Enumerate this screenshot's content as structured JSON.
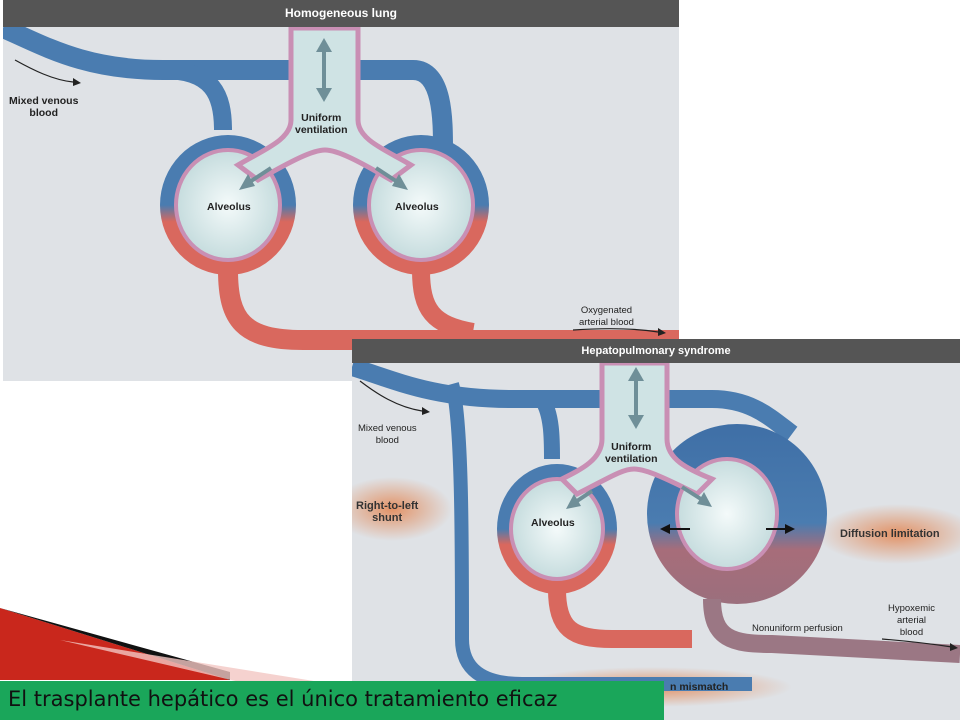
{
  "top_panel": {
    "title": "Homogeneous lung",
    "labels": {
      "mixed_venous_1": "Mixed venous",
      "mixed_venous_2": "blood",
      "uniform_1": "Uniform",
      "uniform_2": "ventilation",
      "alveolus_left": "Alveolus",
      "alveolus_right": "Alveolus",
      "oxygenated_1": "Oxygenated",
      "oxygenated_2": "arterial blood"
    }
  },
  "bottom_panel": {
    "title": "Hepatopulmonary syndrome",
    "labels": {
      "mixed_venous_1": "Mixed venous",
      "mixed_venous_2": "blood",
      "uniform_1": "Uniform",
      "uniform_2": "ventilation",
      "shunt_1": "Right-to-left",
      "shunt_2": "shunt",
      "alveolus": "Alveolus",
      "diffusion": "Diffusion limitation",
      "hypoxemic_1": "Hypoxemic",
      "hypoxemic_2": "arterial",
      "hypoxemic_3": "blood",
      "nonuniform": "Nonuniform perfusion",
      "mismatch": "n mismatch"
    }
  },
  "caption": "El trasplante hepático es el único tratamiento eficaz",
  "colors": {
    "venous": "#4a7cb0",
    "arterial": "#d9685e",
    "caption_bg": "#1aa65a",
    "header_bg": "#555555",
    "panel_bg": "#dfe2e6"
  }
}
